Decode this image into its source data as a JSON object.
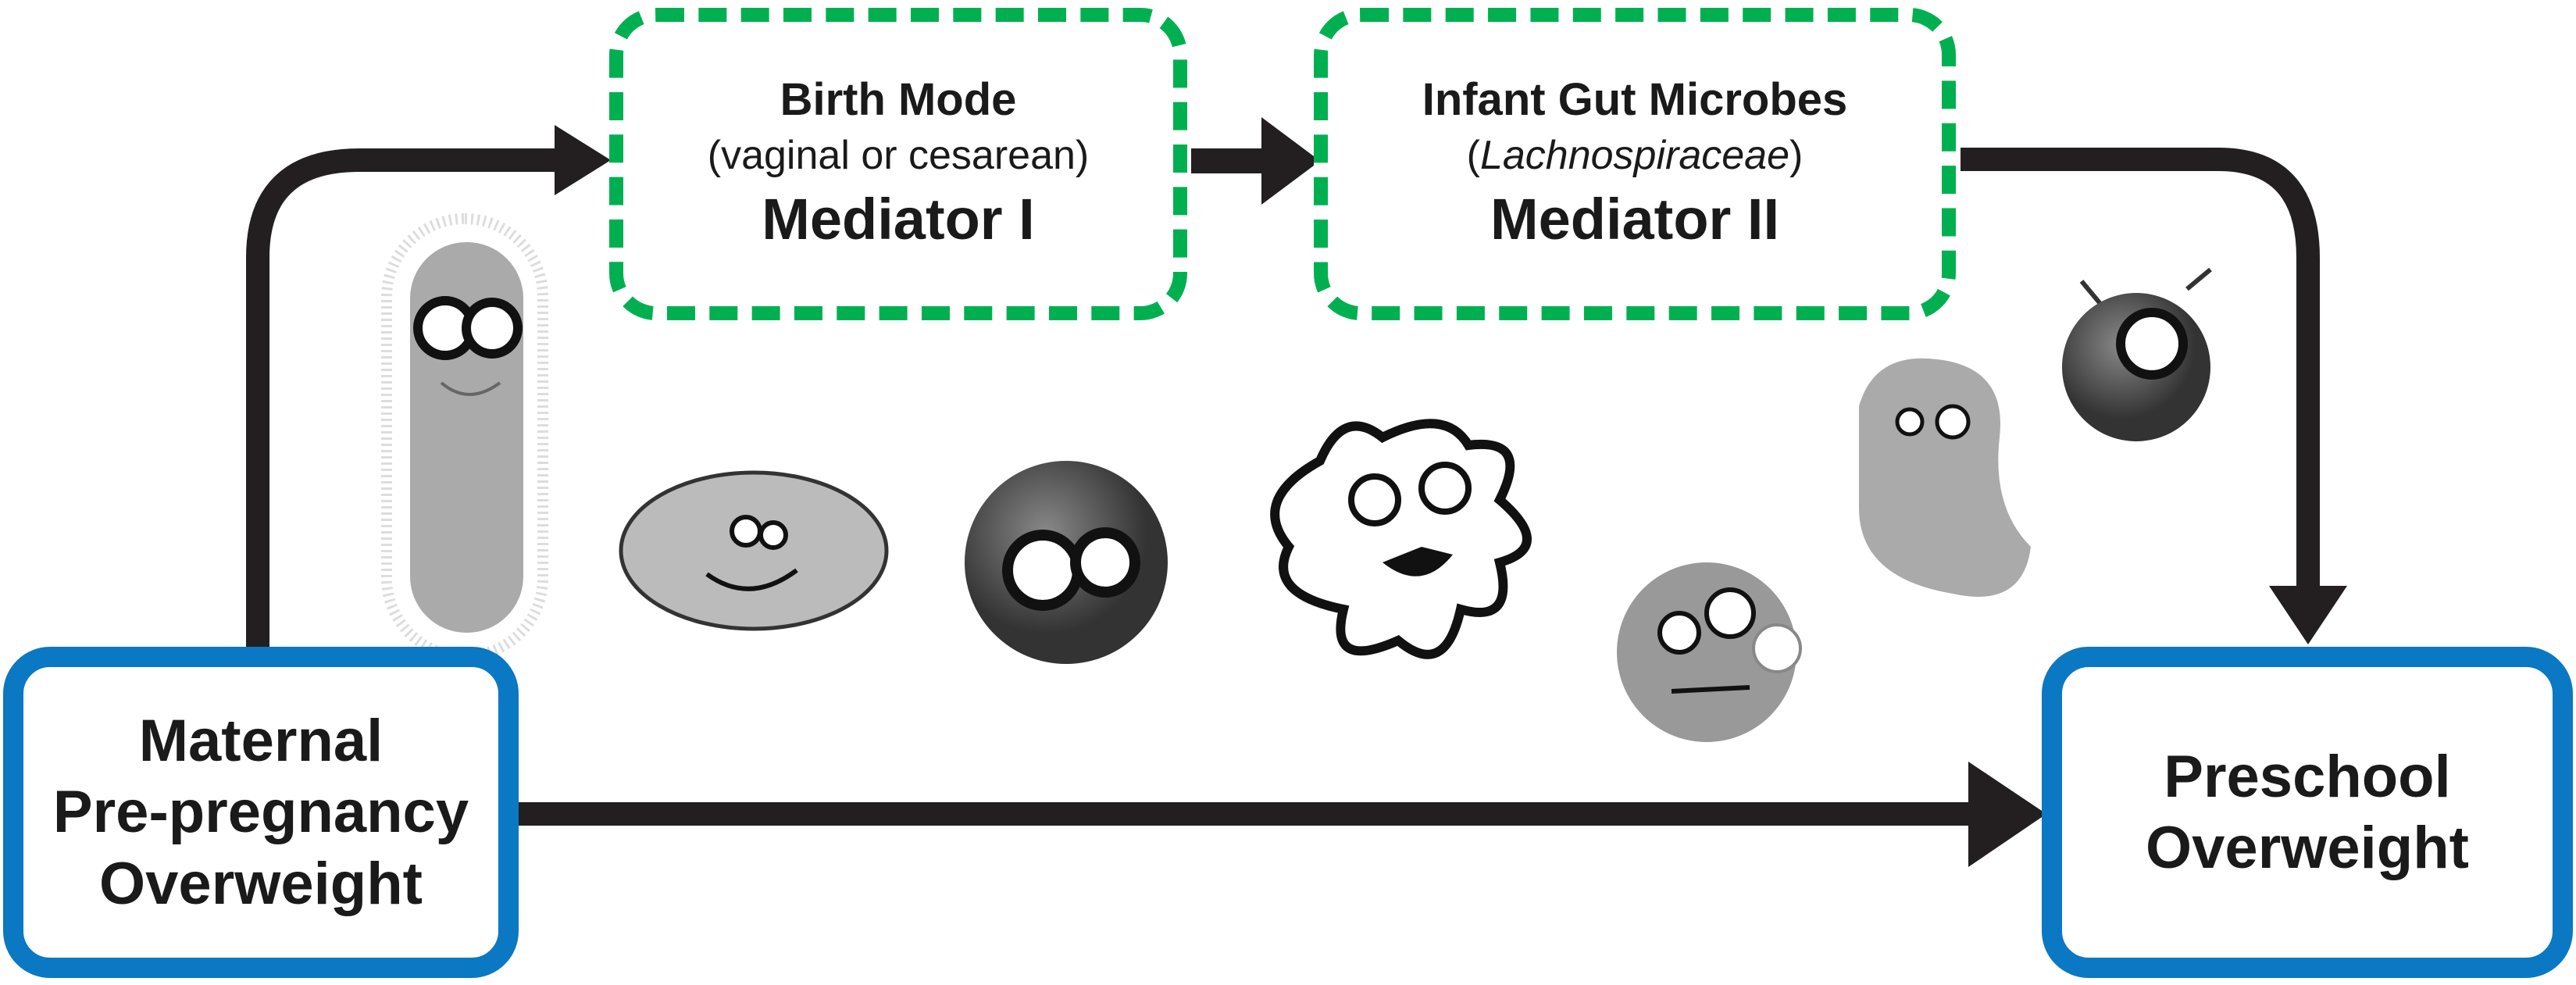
{
  "mediator1": {
    "title": "Birth Mode",
    "subtitle": "(vaginal or cesarean)",
    "label": "Mediator I"
  },
  "mediator2": {
    "title": "Infant Gut Microbes",
    "subtitle_open": "(",
    "subtitle_italic": "Lachnospiraceae",
    "subtitle_close": ")",
    "label": "Mediator II"
  },
  "exposure": {
    "lines": [
      "Maternal",
      "Pre-pregnancy",
      "Overweight"
    ]
  },
  "outcome": {
    "lines": [
      "Preschool",
      "Overweight"
    ]
  },
  "colors": {
    "mediator_border": "#00b050",
    "node_border": "#0a78c2",
    "arrow": "#231f20"
  }
}
